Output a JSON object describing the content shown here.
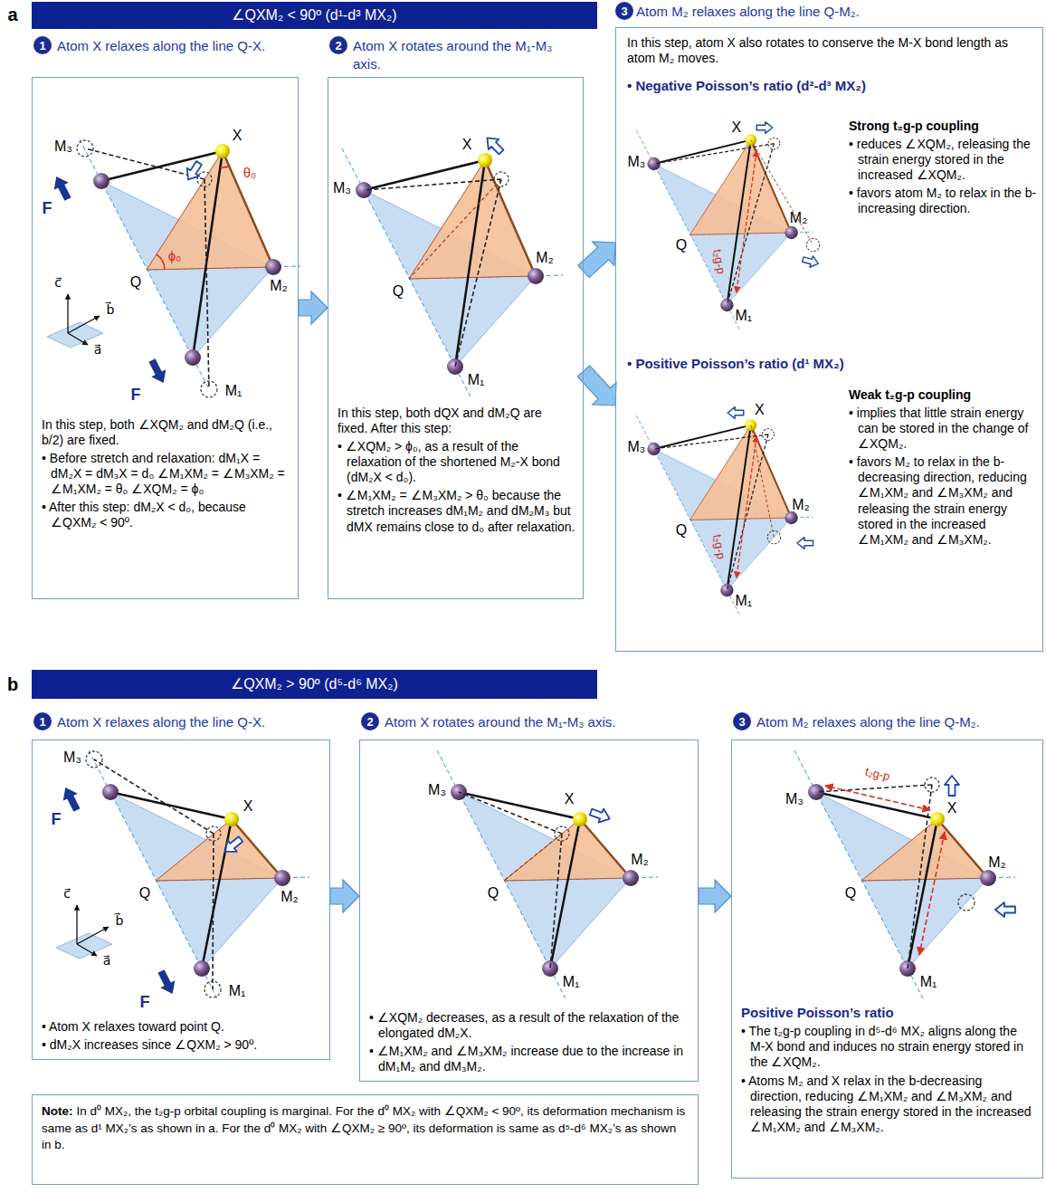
{
  "diagram": {
    "nodes": [
      {
        "text": [
          "∠QXM₂ < 90º (d¹-d³ MX₂)"
        ]
      },
      {
        "text": [
          "Atom X relaxes along the line Q-X.",
          "In this step, both ∠XQM₂ and dM₂Q (i.e., b/2) are fixed.",
          "• Before stretch and relaxation: dM₁X = dM₂X = dM₃X = d₀ ∠M₁XM₂ = ∠M₃XM₂ = ∠M₁XM₂ = θ₀ ∠XQM₂ = ϕ₀",
          "• After this step: dM₂X < d₀, because ∠QXM₂ < 90º."
        ]
      },
      {
        "text": [
          "Atom X rotates around the M₁-M₃ axis.",
          "In this step, both dQX and dM₂Q are fixed. After this step:",
          "• ∠XQM₂ > ϕ₀, as a result of the relaxation of the shortened M₂-X bond (dM₂X < d₀).",
          "• ∠M₁XM₂ = ∠M₃XM₂ > θ₀ because the stretch increases dM₁M₂ and dM₂M₃ but dMX remains close to d₀ after relaxation."
        ]
      },
      {
        "text": [
          "Atom M₂ relaxes along the line Q-M₂.",
          "In this step, atom X also rotates to conserve the M-X bond length as atom M₂ moves.",
          "• Negative Poisson’s ratio (d²-d³ MX₂)",
          "Strong t₂g-p coupling",
          "• reduces ∠XQM₂, releasing the strain energy stored in the increased ∠XQM₂.",
          "• favors atom M₂ to relax in the b-increasing direction.",
          "• Positive Poisson’s ratio (d¹ MX₂)",
          "Weak t₂g-p coupling",
          "• implies that little strain energy can be stored in the change of ∠XQM₂.",
          "• favors M₂ to relax in the b-decreasing direction, reducing ∠M₁XM₂ and ∠M₃XM₂ and releasing the strain energy stored in the increased ∠M₁XM₂ and ∠M₃XM₂."
        ]
      },
      {
        "text": [
          "∠QXM₂ > 90º (d⁵-d⁶ MX₂)"
        ]
      },
      {
        "text": [
          "Atom X relaxes along the line Q-X.",
          "• Atom X relaxes toward point Q.",
          "• dM₂X increases since ∠QXM₂ > 90º."
        ]
      },
      {
        "text": [
          "Atom X rotates around the M₁-M₃ axis.",
          "• ∠XQM₂ decreases, as a result of the relaxation of the elongated dM₂X.",
          "• ∠M₁XM₂ and ∠M₃XM₂ increase due to the increase in dM₁M₂ and dM₃M₂."
        ]
      },
      {
        "text": [
          "Atom M₂ relaxes along the line Q-M₂.",
          "Positive Poisson’s ratio",
          "• The t₂g-p coupling in d⁵-d⁶ MX₂ aligns along the M-X bond and induces no strain energy stored in the ∠XQM₂.",
          "• Atoms M₂ and X relax in the b-decreasing direction, reducing ∠M₁XM₂ and ∠M₃XM₂ and releasing the strain energy stored in the increased ∠M₁XM₂ and ∠M₃XM₂."
        ]
      },
      {
        "text": [
          "Note:",
          "In d⁰ MX₂, the t₂g-p orbital coupling is marginal. For the d⁰ MX₂ with ∠QXM₂ < 90º, its deformation mechanism is same as d¹ MX₂’s as shown in a. For the d⁰ MX₂ with ∠QXM₂ ≥ 90º, its deformation is same as d⁵-d⁶ MX₂’s as shown in b."
        ]
      }
    ],
    "edges": [
      {
        "from": 1,
        "to": 2,
        "arrow": "to"
      },
      {
        "from": 2,
        "to": 3,
        "arrow": "to"
      },
      {
        "from": 2,
        "to": 3,
        "arrow": "to"
      },
      {
        "from": 5,
        "to": 6,
        "arrow": "to"
      },
      {
        "from": 6,
        "to": 7,
        "arrow": "to"
      }
    ],
    "labels": [
      "a",
      "1",
      "2",
      "3",
      "X",
      "θ₀",
      "M₃",
      "ϕ₀",
      "M₂",
      "Q",
      "M₁",
      "F",
      "F",
      "c⃗",
      "b⃗",
      "a⃗",
      "X",
      "M₃",
      "M₂",
      "Q",
      "M₁",
      "X",
      "M₃",
      "M₂",
      "Q",
      "M₁",
      "t₂g-p",
      "X",
      "M₃",
      "M₂",
      "Q",
      "M₁",
      "t₂g-p",
      "b",
      "1",
      "2",
      "3",
      "X",
      "M₃",
      "M₂",
      "Q",
      "M₁",
      "F",
      "F",
      "c⃗",
      "b⃗",
      "a⃗",
      "X",
      "M₃",
      "M₂",
      "Q",
      "M₁",
      "X",
      "M₃",
      "M₂",
      "Q",
      "M₁",
      "t₂g-p"
    ]
  }
}
